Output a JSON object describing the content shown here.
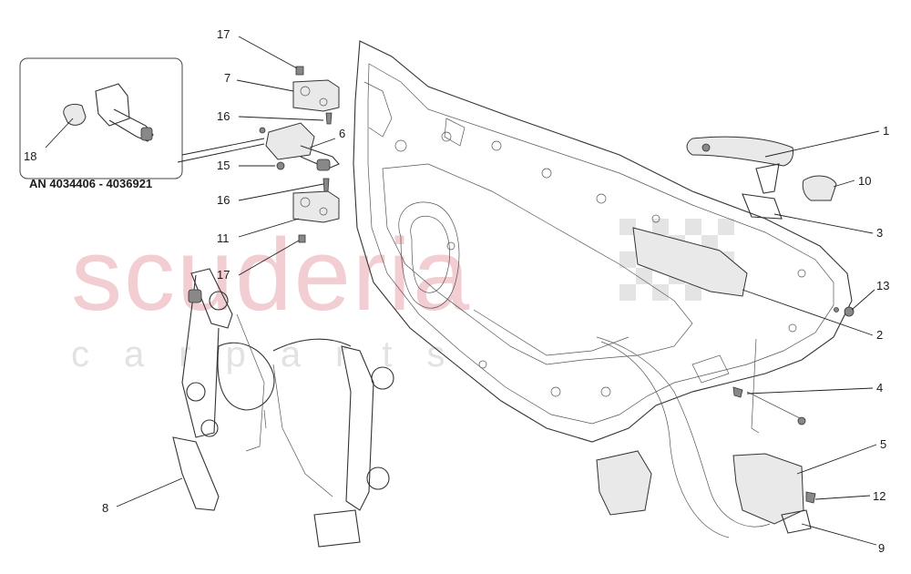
{
  "watermark": {
    "brand": "scuderia",
    "sub": "car parts",
    "check_color": "#d6d6d6",
    "brand_color": "#e8a6ac"
  },
  "inset_caption": "AN 4034406 - 4036921",
  "callouts": [
    {
      "id": "c1",
      "num": "1"
    },
    {
      "id": "c2",
      "num": "2"
    },
    {
      "id": "c3",
      "num": "3"
    },
    {
      "id": "c4",
      "num": "4"
    },
    {
      "id": "c5",
      "num": "5"
    },
    {
      "id": "c6",
      "num": "6"
    },
    {
      "id": "c7",
      "num": "7"
    },
    {
      "id": "c8",
      "num": "8"
    },
    {
      "id": "c9",
      "num": "9"
    },
    {
      "id": "c10",
      "num": "10"
    },
    {
      "id": "c11",
      "num": "11"
    },
    {
      "id": "c12",
      "num": "12"
    },
    {
      "id": "c13",
      "num": "13"
    },
    {
      "id": "c15",
      "num": "15"
    },
    {
      "id": "c16a",
      "num": "16"
    },
    {
      "id": "c16b",
      "num": "16"
    },
    {
      "id": "c17a",
      "num": "17"
    },
    {
      "id": "c17b",
      "num": "17"
    },
    {
      "id": "c18",
      "num": "18"
    }
  ]
}
